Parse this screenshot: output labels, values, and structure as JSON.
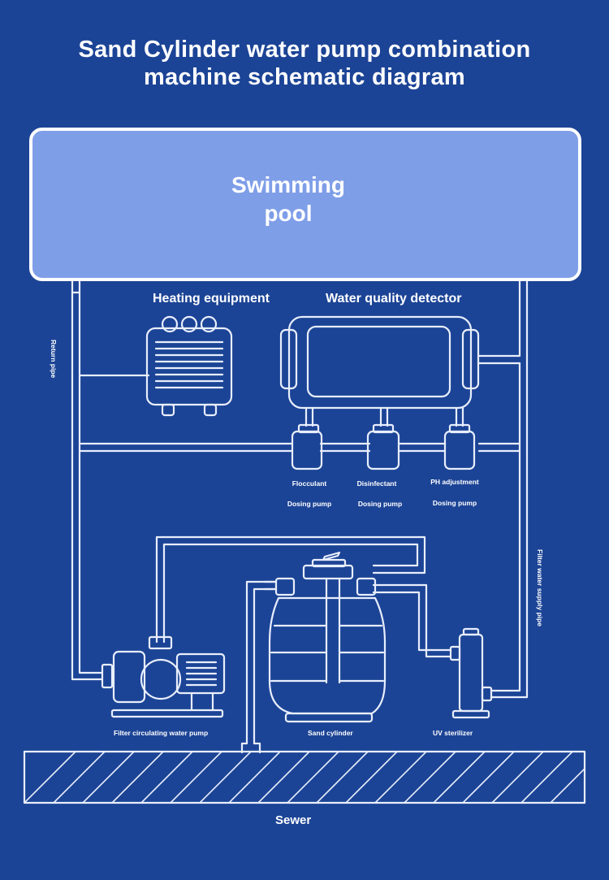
{
  "title": {
    "line1": "Sand Cylinder water pump combination",
    "line2": "machine schematic diagram"
  },
  "pool": {
    "line1": "Swimming",
    "line2": "pool"
  },
  "labels": {
    "heating_equipment": "Heating equipment",
    "water_quality_detector": "Water quality detector",
    "return_pipe": "Return pipe",
    "filter_water_supply_pipe": "Filter water supply pipe",
    "flocculant": "Flocculant",
    "disinfectant": "Disinfectant",
    "ph_adjustment": "PH adjustment",
    "dosing_pump_1": "Dosing pump",
    "dosing_pump_2": "Dosing pump",
    "dosing_pump_3": "Dosing pump",
    "filter_circulating_water_pump": "Filter circulating water pump",
    "sand_cylinder": "Sand cylinder",
    "uv_sterilizer": "UV sterilizer",
    "sewer": "Sewer"
  },
  "colors": {
    "background": "#1c4496",
    "pool_fill": "#7f9ee8",
    "line": "#e8eefc"
  }
}
